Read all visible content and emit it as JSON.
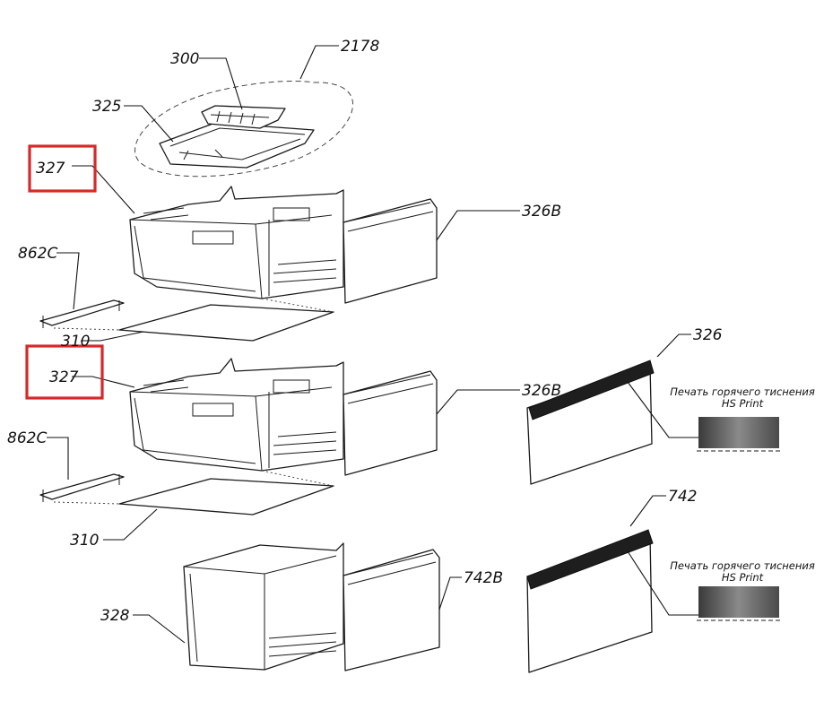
{
  "labels": {
    "p300": "300",
    "p2178": "2178",
    "p325": "325",
    "p327_top": "327",
    "p327_mid": "327",
    "p326b_top": "326B",
    "p326b_mid": "326B",
    "p862c_top": "862C",
    "p862c_mid": "862C",
    "p310_top": "310",
    "p310_mid": "310",
    "p326": "326",
    "p742": "742",
    "p742b": "742B",
    "p328": "328"
  },
  "notes": {
    "print_326": {
      "line1": "Печать горячего тиснения",
      "line2": "HS Print"
    },
    "print_742": {
      "line1": "Печать горячего тиснения",
      "line2": "HS Print"
    }
  },
  "colors": {
    "highlight": "#d62a2a",
    "line": "#1a1a1a",
    "swatch": "#555555"
  }
}
